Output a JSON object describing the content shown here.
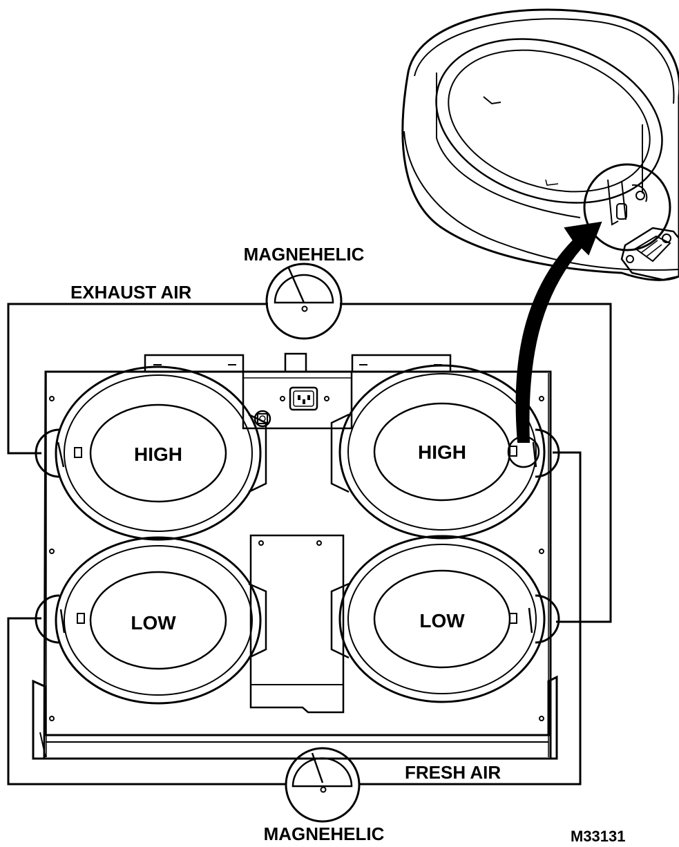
{
  "labels": {
    "magnehelic_top": "MAGNEHELIC",
    "magnehelic_bottom": "MAGNEHELIC",
    "exhaust_air": "EXHAUST AIR",
    "fresh_air": "FRESH AIR",
    "figure_id": "M33131"
  },
  "ports": {
    "top_left": "HIGH",
    "top_right": "HIGH",
    "bottom_left": "LOW",
    "bottom_right": "LOW"
  },
  "colors": {
    "ink": "#000000",
    "paper": "#ffffff"
  }
}
